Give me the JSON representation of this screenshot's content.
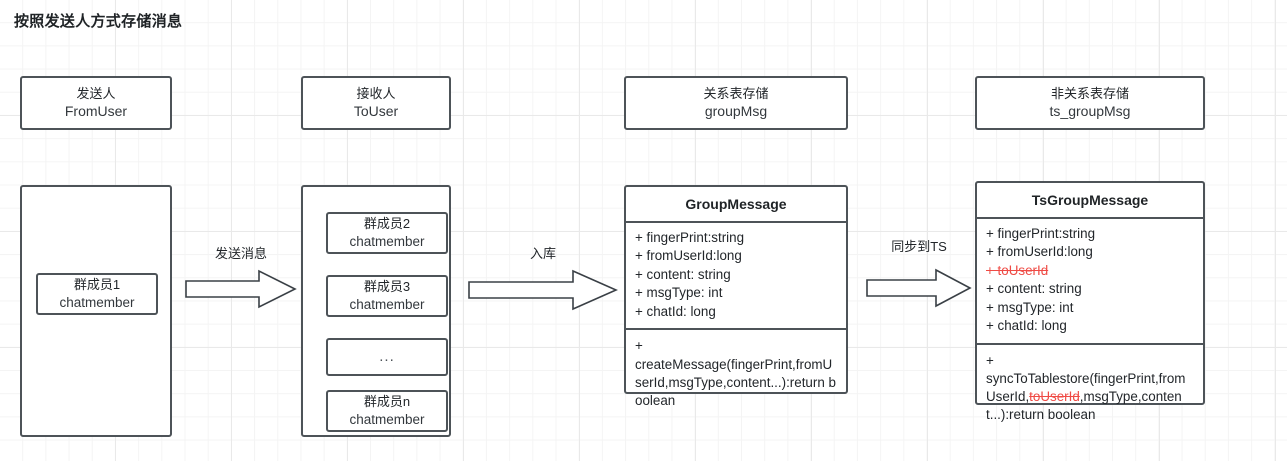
{
  "title": "按照发送人方式存储消息",
  "colors": {
    "border": "#4d5358",
    "text": "#22262a",
    "removed": "#ef4b45",
    "grid_minor": "#f4f4f4",
    "grid_major": "#e9e9e9",
    "background": "#ffffff"
  },
  "headers": [
    {
      "cn": "发送人",
      "en": "FromUser"
    },
    {
      "cn": "接收人",
      "en": "ToUser"
    },
    {
      "cn": "关系表存储",
      "en": "groupMsg"
    },
    {
      "cn": "非关系表存储",
      "en": "ts_groupMsg"
    }
  ],
  "sender_container": {
    "members": [
      {
        "cn": "群成员1",
        "en": "chatmember"
      }
    ]
  },
  "receiver_container": {
    "members": [
      {
        "cn": "群成员2",
        "en": "chatmember"
      },
      {
        "cn": "群成员3",
        "en": "chatmember"
      },
      {
        "cn": "...",
        "en": ""
      },
      {
        "cn": "群成员n",
        "en": "chatmember"
      }
    ]
  },
  "arrows": [
    {
      "label": "发送消息"
    },
    {
      "label": "入库"
    },
    {
      "label": "同步到TS"
    }
  ],
  "group_message": {
    "title": "GroupMessage",
    "attributes": [
      {
        "text": "+ fingerPrint:string",
        "removed": false
      },
      {
        "text": "+ fromUserId:long",
        "removed": false
      },
      {
        "text": "+ content: string",
        "removed": false
      },
      {
        "text": "+ msgType: int",
        "removed": false
      },
      {
        "text": "+ chatId: long",
        "removed": false
      }
    ],
    "method": {
      "prefix": "+\ncreateMessage(fingerPrint,fromUserId,msgType,content...):return boolean",
      "part1": "+",
      "part2": "createMessage(fingerPrint,fromUserId,msgType,content...):return boolean",
      "removed_segment": "",
      "part3": ""
    }
  },
  "ts_group_message": {
    "title": "TsGroupMessage",
    "attributes": [
      {
        "text": "+ fingerPrint:string",
        "removed": false
      },
      {
        "text": "+ fromUserId:long",
        "removed": false
      },
      {
        "text": "+ toUserId",
        "removed": true
      },
      {
        "text": "+ content: string",
        "removed": false
      },
      {
        "text": "+ msgType: int",
        "removed": false
      },
      {
        "text": "+ chatId: long",
        "removed": false
      }
    ],
    "method": {
      "part1": "+",
      "part2": "syncToTablestore(fingerPrint,fromUserId,",
      "removed_segment": "toUserId",
      "part3": ",msgType,content...):return boolean"
    }
  }
}
